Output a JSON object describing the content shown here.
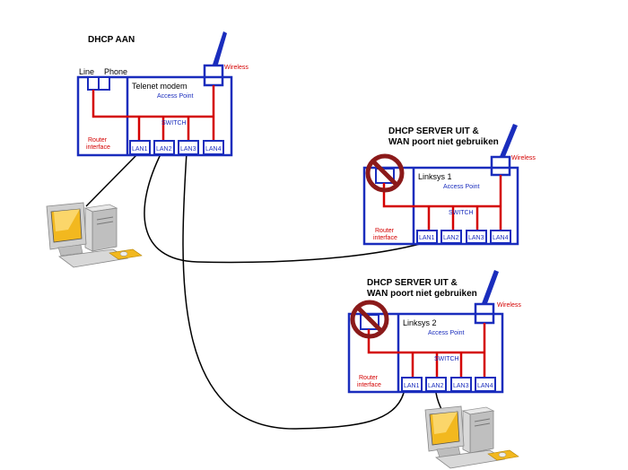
{
  "diagram_title": "DHCP AAN",
  "colors": {
    "frame": "#1a2dbd",
    "wiring": "#d40000",
    "cable": "#000000",
    "forbidden": "#8b1a1a",
    "antenna": "#1a2dbd"
  },
  "main_router": {
    "name": "Telenet modem",
    "access_point": "Access Point",
    "wireless": "Wireless",
    "switch": "SWITCH",
    "router_interface": "Router interface",
    "line": "Line",
    "phone": "Phone",
    "ports": [
      "LAN1",
      "LAN2",
      "LAN3",
      "LAN4"
    ]
  },
  "linksys1": {
    "heading_line1": "DHCP SERVER UIT &",
    "heading_line2": "WAN poort niet gebruiken",
    "name": "Linksys 1",
    "access_point": "Access Point",
    "wireless": "Wireless",
    "switch": "SWITCH",
    "router_interface": "Router interface",
    "ports": [
      "LAN1",
      "LAN2",
      "LAN3",
      "LAN4"
    ]
  },
  "linksys2": {
    "heading_line1": "DHCP SERVER UIT &",
    "heading_line2": "WAN poort niet gebruiken",
    "name": "Linksys 2",
    "access_point": "Access Point",
    "wireless": "Wireless",
    "switch": "SWITCH",
    "router_interface": "Router interface",
    "ports": [
      "LAN1",
      "LAN2",
      "LAN3",
      "LAN4"
    ]
  },
  "computers": [
    "desktop-computer-1",
    "desktop-computer-2"
  ]
}
